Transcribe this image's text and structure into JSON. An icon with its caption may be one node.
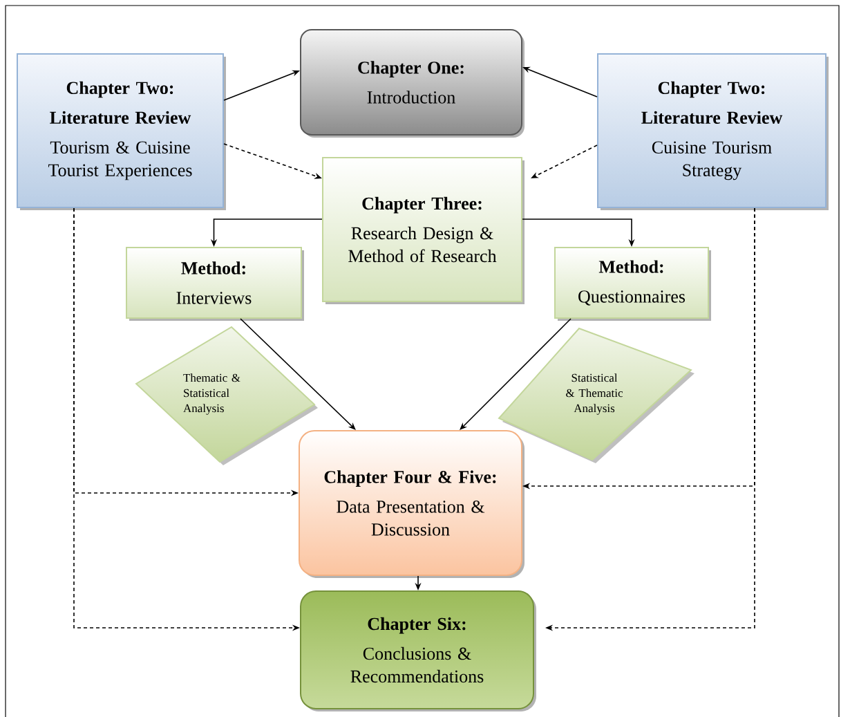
{
  "diagram": {
    "nodes": [
      {
        "text": [
          "Chapter Two:",
          "Literature Review",
          "Tourism & Cuisine Tourist Experiences"
        ]
      },
      {
        "text": [
          "Chapter One:",
          "Introduction"
        ]
      },
      {
        "text": [
          "Chapter Two:",
          "Literature Review",
          "Cuisine Tourism Strategy"
        ]
      },
      {
        "text": [
          "Chapter Three:",
          "Research Design & Method of Research"
        ]
      },
      {
        "text": [
          "Method:",
          "Interviews"
        ]
      },
      {
        "text": [
          "Method:",
          "Questionnaires"
        ]
      },
      {
        "text": [
          "Thematic & Statistical Analysis"
        ]
      },
      {
        "text": [
          "Statistical & Thematic Analysis"
        ]
      },
      {
        "text": [
          "Chapter Four & Five:",
          "Data Presentation & Discussion"
        ]
      },
      {
        "text": [
          "Chapter Six:",
          "Conclusions & Recommendations"
        ]
      }
    ],
    "edges": [
      {
        "from": 0,
        "to": 1,
        "arrow": "to"
      },
      {
        "from": 2,
        "to": 1,
        "arrow": "to"
      },
      {
        "from": 0,
        "to": 3,
        "arrow": "to",
        "style": "dashed"
      },
      {
        "from": 2,
        "to": 3,
        "arrow": "to",
        "style": "dashed"
      },
      {
        "from": 3,
        "to": 4,
        "arrow": "to"
      },
      {
        "from": 3,
        "to": 5,
        "arrow": "to"
      },
      {
        "from": 4,
        "to": 8,
        "arrow": "to"
      },
      {
        "from": 5,
        "to": 8,
        "arrow": "to"
      },
      {
        "from": 8,
        "to": 9,
        "arrow": "to"
      },
      {
        "from": 0,
        "to": 8,
        "arrow": "to",
        "style": "dashed"
      },
      {
        "from": 0,
        "to": 9,
        "arrow": "to",
        "style": "dashed"
      },
      {
        "from": 2,
        "to": 8,
        "arrow": "to",
        "style": "dashed"
      },
      {
        "from": 2,
        "to": 9,
        "arrow": "to",
        "style": "dashed"
      }
    ]
  }
}
